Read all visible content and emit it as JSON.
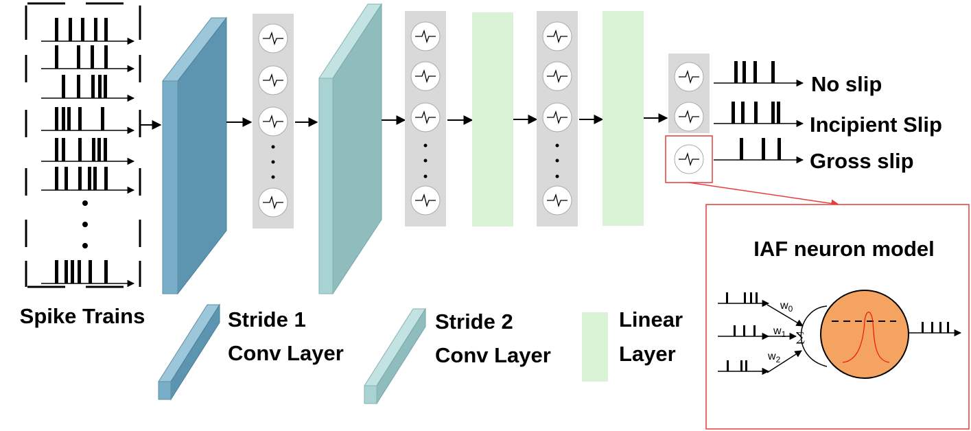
{
  "input": {
    "label": "Spike Trains"
  },
  "outputs": [
    {
      "label": "No slip"
    },
    {
      "label": "Incipient Slip"
    },
    {
      "label": "Gross slip"
    }
  ],
  "legend": {
    "stride1": {
      "line1": "Stride 1",
      "line2": "Conv Layer"
    },
    "stride2": {
      "line1": "Stride 2",
      "line2": "Conv Layer"
    },
    "linear": {
      "line1": "Linear",
      "line2": "Layer"
    }
  },
  "iaf": {
    "title": "IAF neuron model",
    "weights": [
      {
        "base": "w",
        "sub": "0"
      },
      {
        "base": "w",
        "sub": "1"
      },
      {
        "base": "w",
        "sub": "2"
      }
    ],
    "sum_symbol": "∑"
  },
  "colors": {
    "stride1_front": "#78aec8",
    "stride1_side": "#5d94b0",
    "stride2_front": "#a9d2d2",
    "stride2_side": "#8fbcbc",
    "linear": "#d9f2d6",
    "neuron_panel": "#d9d9d9",
    "neuron_body": "#f4a460",
    "highlight": "#e63c3c"
  }
}
